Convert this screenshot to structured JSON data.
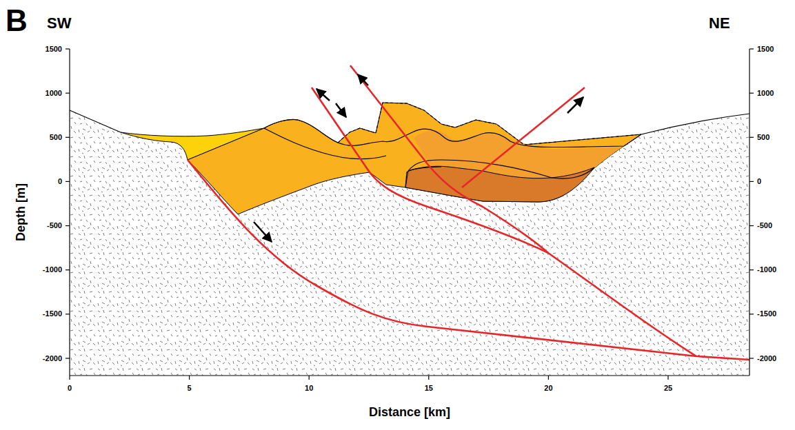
{
  "diagram": {
    "labels": [
      "B",
      "SW",
      "NE",
      "1500",
      "1000",
      "500",
      "0",
      "-500",
      "-1000",
      "-1500",
      "-2000",
      "1500",
      "1000",
      "500",
      "0",
      "-500",
      "-1000",
      "-1500",
      "-2000",
      "0",
      "5",
      "10",
      "15",
      "20",
      "25",
      "Depth [m]",
      "Distance [km]"
    ]
  }
}
